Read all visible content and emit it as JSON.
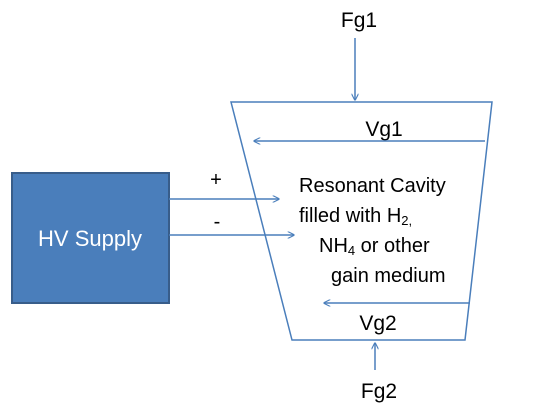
{
  "hv_supply": {
    "label": "HV Supply",
    "fill_color": "#4a7ebb",
    "border_color": "#385d8a"
  },
  "line_color": "#4a7ebb",
  "terminals": {
    "plus": "+",
    "minus": "-"
  },
  "gas_inputs": {
    "top_flow": "Fg1",
    "bottom_flow": "Fg2"
  },
  "velocities": {
    "top": "Vg1",
    "bottom": "Vg2"
  },
  "cavity": {
    "line1": "Resonant Cavity",
    "line2_prefix": "filled with H",
    "line2_sub": "2,",
    "line3_prefix": "NH",
    "line3_sub": "4",
    "line3_suffix": " or other",
    "line4": "gain medium"
  }
}
